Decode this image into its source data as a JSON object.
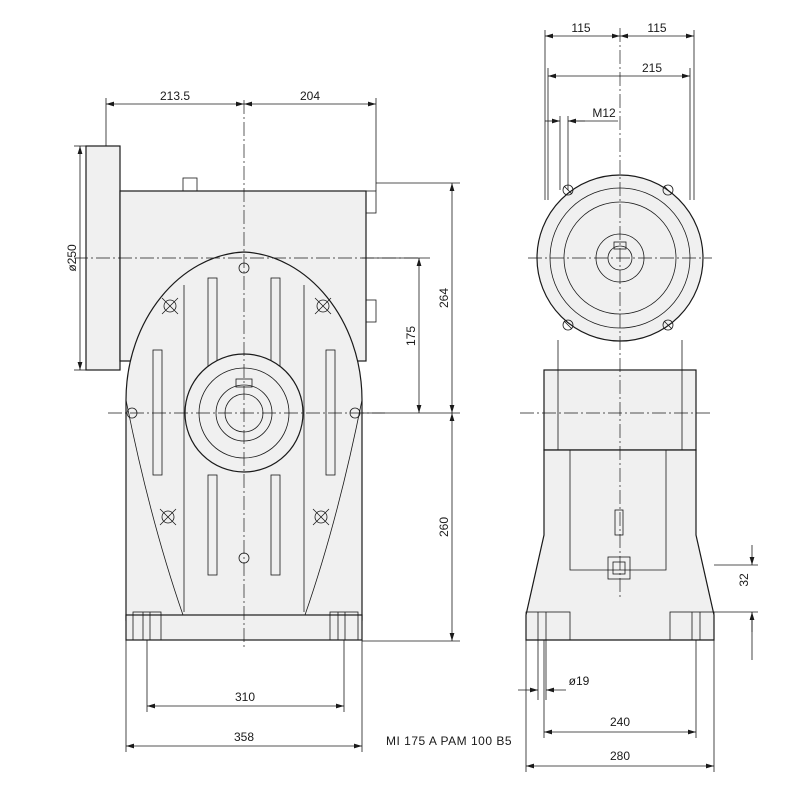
{
  "front_view": {
    "dims": {
      "d_213_5": "213.5",
      "d_204": "204",
      "d_250": "ø250",
      "d_264": "264",
      "d_175": "175",
      "d_260": "260",
      "d_310": "310",
      "d_358": "358"
    }
  },
  "side_view": {
    "dims": {
      "d_115_left": "115",
      "d_115_right": "115",
      "d_215": "215",
      "d_m12": "M12",
      "d_32": "32",
      "d_19": "ø19",
      "d_240": "240",
      "d_280": "280"
    }
  },
  "caption": "MI 175 A PAM 100 B5"
}
